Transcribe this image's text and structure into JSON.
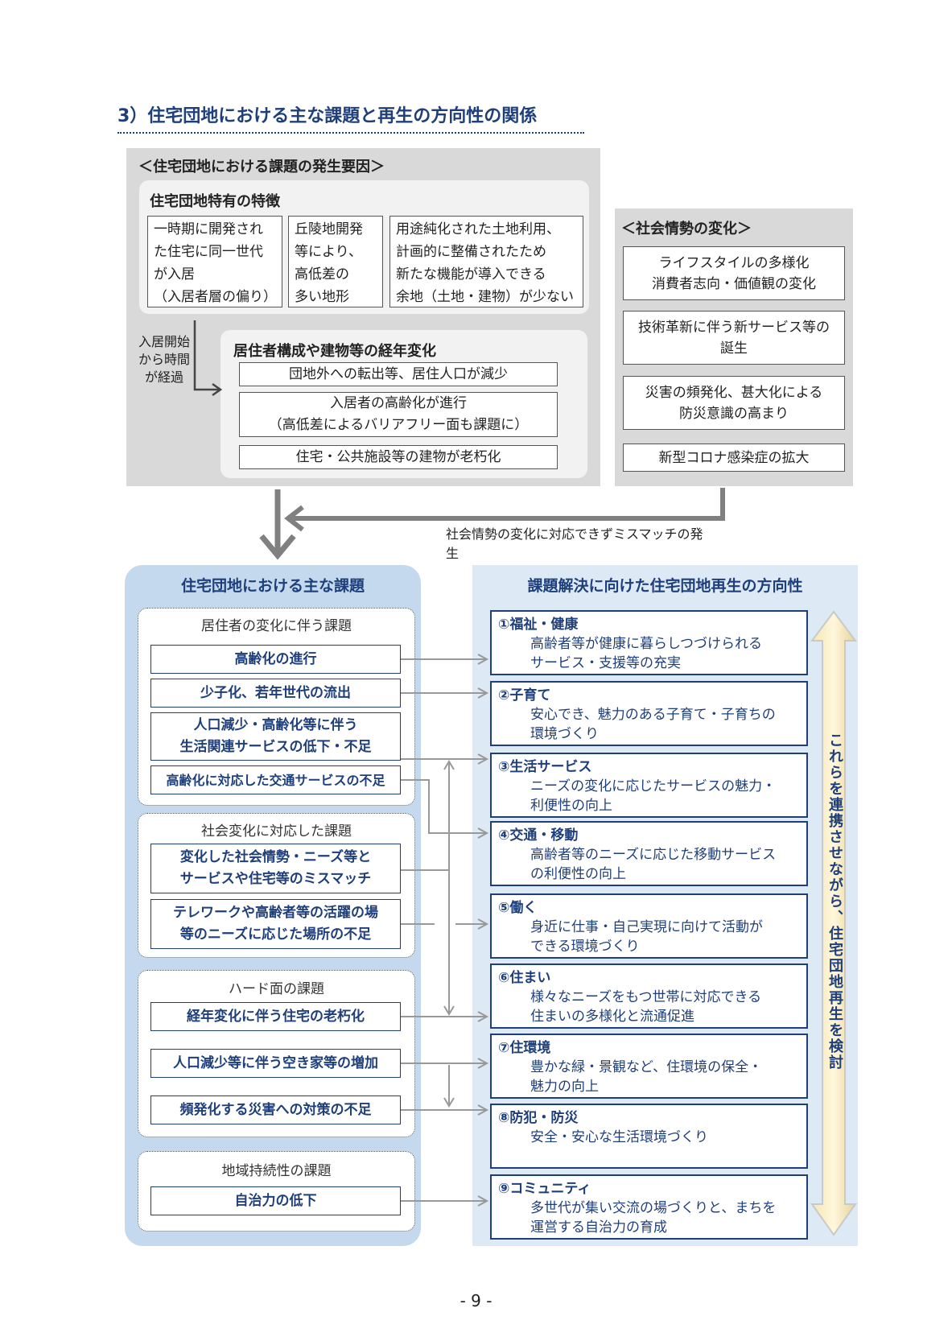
{
  "title": "3）住宅団地における主な課題と再生の方向性の関係",
  "causes": {
    "heading": "＜住宅団地における課題の発生要因＞",
    "features_heading": "住宅団地特有の特徴",
    "features": [
      "一時期に開発され\nた住宅に同一世代\nが入居\n（入居者層の偏り）",
      "丘陵地開発\n等により、\n高低差の\n多い地形",
      "用途純化された土地利用、\n計画的に整備されたため\n新たな機能が導入できる\n余地（土地・建物）が少ない"
    ],
    "time_note": "入居開始\nから時間\nが経過",
    "aging_heading": "居住者構成や建物等の経年変化",
    "aging_items": [
      "団地外への転出等、居住人口が減少",
      "入居者の高齢化が進行\n（高低差によるバリアフリー面も課題に）",
      "住宅・公共施設等の建物が老朽化"
    ]
  },
  "social": {
    "heading": "＜社会情勢の変化＞",
    "items": [
      "ライフスタイルの多様化\n消費者志向・価値観の変化",
      "技術革新に伴う新サービス等の\n誕生",
      "災害の頻発化、甚大化による\n防災意識の高まり",
      "新型コロナ感染症の拡大"
    ]
  },
  "mismatch_label": "社会情勢の変化に対応できずミスマッチの発生",
  "issues": {
    "heading": "住宅団地における主な課題",
    "groups": [
      {
        "title": "居住者の変化に伴う課題",
        "items": [
          "高齢化の進行",
          "少子化、若年世代の流出",
          "人口減少・高齢化等に伴う\n生活関連サービスの低下・不足",
          "高齢化に対応した交通サービスの不足"
        ]
      },
      {
        "title": "社会変化に対応した課題",
        "items": [
          "変化した社会情勢・ニーズ等と\nサービスや住宅等のミスマッチ",
          "テレワークや高齢者等の活躍の場\n等のニーズに応じた場所の不足"
        ]
      },
      {
        "title": "ハード面の課題",
        "items": [
          "経年変化に伴う住宅の老朽化",
          "人口減少等に伴う空き家等の増加",
          "頻発化する災害への対策の不足"
        ]
      },
      {
        "title": "地域持続性の課題",
        "items": [
          "自治力の低下"
        ]
      }
    ]
  },
  "directions": {
    "heading": "課題解決に向けた住宅団地再生の方向性",
    "items": [
      {
        "title": "①福祉・健康",
        "desc": "高齢者等が健康に暮らしつづけられる\nサービス・支援等の充実"
      },
      {
        "title": "②子育て",
        "desc": "安心でき、魅力のある子育て・子育ちの\n環境づくり"
      },
      {
        "title": "③生活サービス",
        "desc": "ニーズの変化に応じたサービスの魅力・\n利便性の向上"
      },
      {
        "title": "④交通・移動",
        "desc": "高齢者等のニーズに応じた移動サービス\nの利便性の向上"
      },
      {
        "title": "⑤働く",
        "desc": "身近に仕事・自己実現に向けて活動が\nできる環境づくり"
      },
      {
        "title": "⑥住まい",
        "desc": "様々なニーズをもつ世帯に対応できる\n住まいの多様化と流通促進"
      },
      {
        "title": "⑦住環境",
        "desc": "豊かな緑・景観など、住環境の保全・\n魅力の向上"
      },
      {
        "title": "⑧防犯・防災",
        "desc": "安全・安心な生活環境づくり"
      },
      {
        "title": "⑨コミュニティ",
        "desc": "多世代が集い交流の場づくりと、まちを\n運営する自治力の育成"
      }
    ],
    "vertical_note": "これらを連携させながら、住宅団地再生を検討"
  },
  "page_number": "- 9 -",
  "colors": {
    "navy": "#1f3f7a",
    "gray_panel": "#d9d9d9",
    "blue_panel": "#c5d9ee",
    "arrow": "#808080"
  }
}
